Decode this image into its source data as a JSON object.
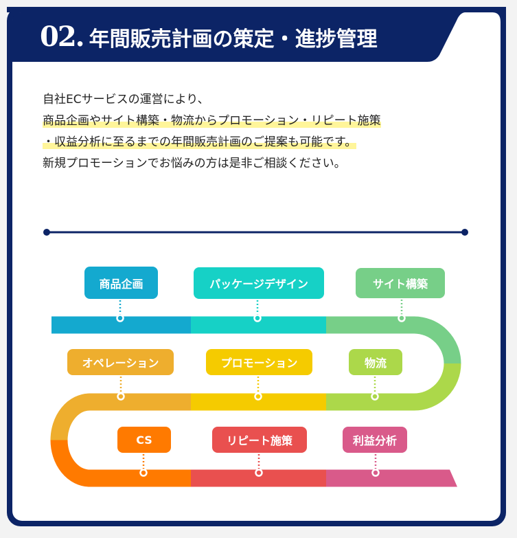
{
  "header": {
    "number": "02.",
    "title": "年間販売計画の策定・進捗管理"
  },
  "body": {
    "lines": [
      "自社ECサービスの運営により、",
      "商品企画やサイト構築・物流からプロモーション・リピート施策",
      "・収益分析に至るまでの年間販売計画のご提案も可能です。",
      "新規プロモーションでお悩みの方は是非ご相談ください。"
    ]
  },
  "steps": [
    {
      "label": "商品企画",
      "color": "#14a9cf"
    },
    {
      "label": "パッケージデザイン",
      "color": "#16d1c6"
    },
    {
      "label": "サイト構築",
      "color": "#77cf88"
    },
    {
      "label": "オペレーション",
      "color": "#eeae2e"
    },
    {
      "label": "プロモーション",
      "color": "#f5cb00"
    },
    {
      "label": "物流",
      "color": "#acd84a"
    },
    {
      "label": "CS",
      "color": "#ff7a00"
    },
    {
      "label": "リピート施策",
      "color": "#e9504f"
    },
    {
      "label": "利益分析",
      "color": "#d95a8a"
    }
  ]
}
